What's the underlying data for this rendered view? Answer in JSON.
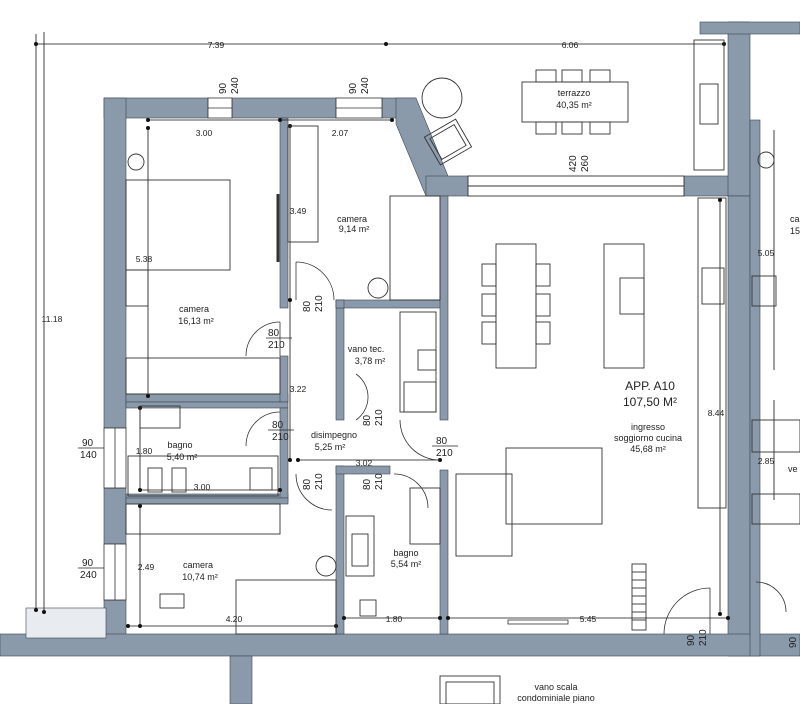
{
  "colors": {
    "wall": "#8a9aab",
    "outline": "#222222",
    "dim_line": "#111111",
    "furniture": "#333333",
    "background": "#ffffff"
  },
  "apartment": {
    "name": "APP. A10",
    "area": "107,50 M²"
  },
  "rooms": {
    "terrazzo": {
      "name": "terrazzo",
      "area": "40,35 m²"
    },
    "camera_top": {
      "name": "camera",
      "area": "9,14 m²"
    },
    "camera_main": {
      "name": "camera",
      "area": "16,13 m²"
    },
    "vano_tec": {
      "name": "vano tec.",
      "area": "3,78 m²"
    },
    "disimpegno": {
      "name": "disimpegno",
      "area": "5,25 m²"
    },
    "bagno_left": {
      "name": "bagno",
      "area": "5,40 m²"
    },
    "bagno_center": {
      "name": "bagno",
      "area": "5,54 m²"
    },
    "camera_bottom": {
      "name": "camera",
      "area": "10,74 m²"
    },
    "soggiorno": {
      "name_line1": "ingresso",
      "name_line2": "soggiorno cucina",
      "area": "45,68 m²"
    },
    "vano_scala": {
      "line1": "vano scala",
      "line2": "condominiale piano"
    }
  },
  "dimensions": {
    "top_left": "7.39",
    "top_right": "6.06",
    "cam_width_1": "3.00",
    "cam_width_2": "2.07",
    "height_349": "3.49",
    "height_538": "5.38",
    "overall_height": "11.18",
    "height_322": "3.22",
    "width_302": "3.02",
    "height_180": "1.80",
    "bath_width": "3.00",
    "height_249": "2.49",
    "bottom_420": "4.20",
    "bottom_180": "1.80",
    "bottom_545": "5.45",
    "height_844": "8.44",
    "right_505": "5.05",
    "right_285": "2.85"
  },
  "openings": {
    "win_cam_main": {
      "w": "90",
      "h": "240"
    },
    "win_cam_top": {
      "w": "90",
      "h": "240"
    },
    "terrace_door": {
      "w": "420",
      "h": "260"
    },
    "door_cam_top": {
      "w": "80",
      "h": "210"
    },
    "door_cam_main": {
      "w": "80",
      "h": "210"
    },
    "door_vano": {
      "w": "80",
      "h": "210"
    },
    "door_bagno_left": {
      "w": "80",
      "h": "210"
    },
    "door_entry": {
      "w": "80",
      "h": "210"
    },
    "door_disimp_v": {
      "w": "80",
      "h": "210"
    },
    "door_bagno_center": {
      "w": "80",
      "h": "210"
    },
    "win_bagno_left": {
      "w": "90",
      "h": "140"
    },
    "win_cam_bottom": {
      "w": "90",
      "h": "240"
    },
    "door_main": {
      "w": "90",
      "h": "210"
    },
    "right_edge_win": {
      "w": "90",
      "h": "210"
    }
  },
  "neighbor": {
    "label_top": "ca",
    "area_top": "15",
    "label_mid": "ve"
  }
}
